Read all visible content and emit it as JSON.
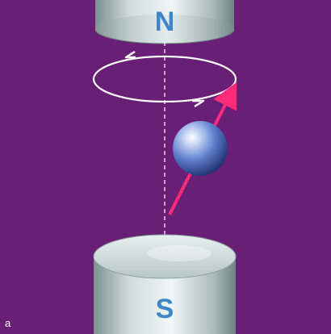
{
  "figure": {
    "panel_label": "a",
    "north_label": "N",
    "south_label": "S",
    "colors": {
      "background": "#6a1f77",
      "field_line": "#ffffff",
      "precession_orbit": "#ffffff",
      "spin_arrow": "#ff2a7a",
      "nucleus": "#4f6fc4",
      "magnet_metal": "#c7d4d6",
      "pole_letter": "#3f86c8",
      "panel_label": "#ffffff"
    },
    "icons": {
      "nucleus": "sphere",
      "spin_vector": "arrow",
      "precession": "circular-arrows"
    }
  }
}
